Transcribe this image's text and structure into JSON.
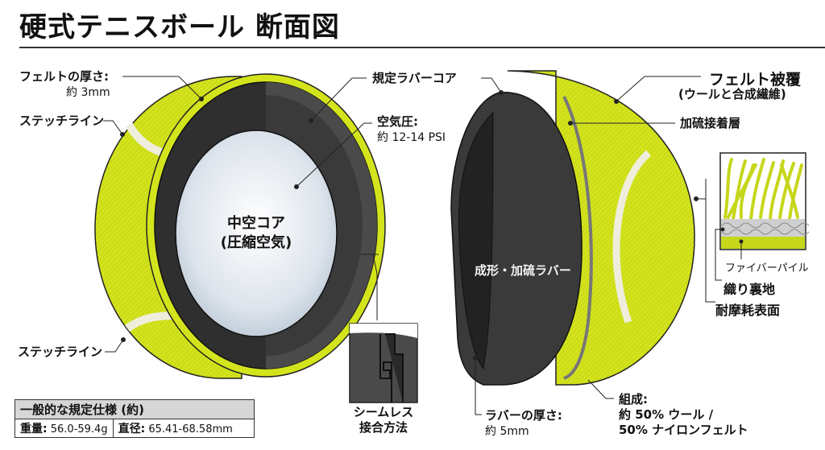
{
  "header": {
    "title": "硬式テニスボール 断面図"
  },
  "left_ball": {
    "felt_thickness_label": "フェルトの厚さ:",
    "felt_thickness_value": "約 3mm",
    "stitch_line_top": "ステッチライン",
    "stitch_line_bottom": "ステッチライン",
    "rubber_core_label": "規定ラバーコア",
    "air_pressure_label": "空気圧:",
    "air_pressure_value": "約 12-14 PSI",
    "hollow_core_line1": "中空コア",
    "hollow_core_line2": "(圧縮空気)"
  },
  "seam_inset": {
    "label_line1": "シームレス",
    "label_line2": "接合方法"
  },
  "right_ball": {
    "felt_cover_label": "フェルト被覆",
    "felt_cover_sub": "(ウールと合成繊維)",
    "vulcanized_adhesive_label": "加硫接着層",
    "molded_rubber_label": "成形・加硫ラバー",
    "rubber_thickness_label": "ラバーの厚さ:",
    "rubber_thickness_value": "約 5mm",
    "composition_label": "組成:",
    "composition_line1": "約 50% ウール /",
    "composition_line2": "50% ナイロンフェルト"
  },
  "felt_detail": {
    "fiber_pile": "ファイバーパイル",
    "woven_backing": "織り裏地",
    "wear_surface": "耐摩耗表面"
  },
  "spec_table": {
    "heading": "一般的な規定仕様 (約)",
    "weight_label": "重量:",
    "weight_value": "56.0-59.4g",
    "diameter_label": "直径:",
    "diameter_value": "65.41-68.58mm"
  },
  "colors": {
    "felt": "#d4e41c",
    "felt_dark": "#b5c414",
    "rubber_dark": "#2e2e2e",
    "rubber_mid": "#4a4a4a",
    "core_light": "#dfe6ee",
    "stitch": "#efeedd",
    "spec_header_bg": "#d6d6d6"
  }
}
